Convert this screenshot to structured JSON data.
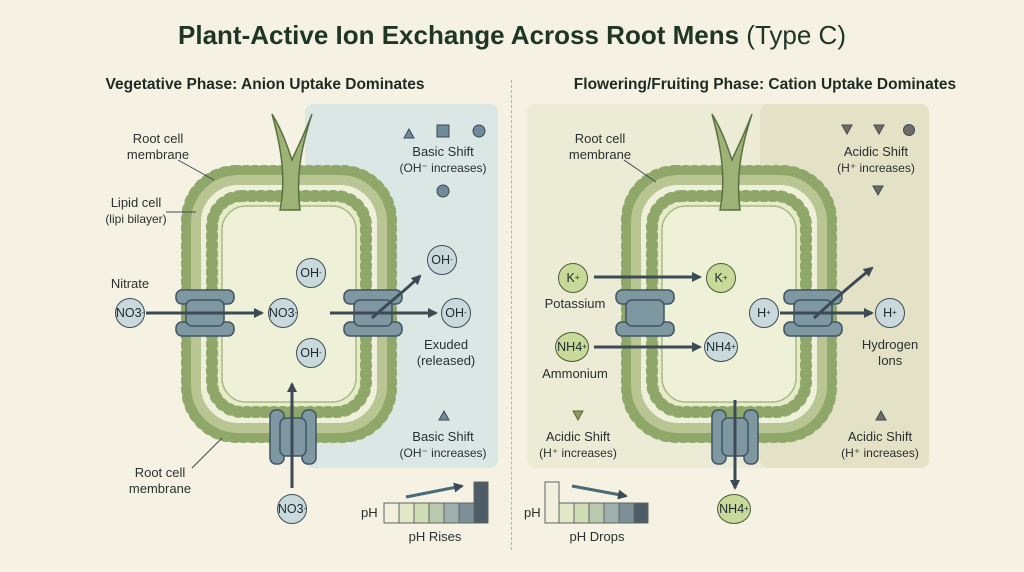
{
  "title": {
    "main": "Plant-Active Ion Exchange Across Root Mens",
    "suffix": "(Type C)"
  },
  "left": {
    "heading": "Vegetative Phase: Anion Uptake Dominates",
    "membrane_top_1": "Root cell",
    "membrane_top_2": "membrane",
    "lipid_1": "Lipid cell",
    "lipid_2": "(lipi bilayer)",
    "nitrate": "Nitrate",
    "no3": "NO3",
    "oh": "OH",
    "exuded_1": "Exuded",
    "exuded_2": "(released)",
    "shift_1": "Basic Shift",
    "shift_2": "(OH⁻ increases)",
    "membrane_bot_1": "Root cell",
    "membrane_bot_2": "membrane",
    "ph": "pH",
    "ph_caption": "pH Rises"
  },
  "right": {
    "heading": "Flowering/Fruiting Phase: Cation Uptake Dominates",
    "membrane_1": "Root cell",
    "membrane_2": "membrane",
    "k": "K",
    "potassium": "Potassium",
    "nh4": "NH4",
    "ammonium": "Ammonium",
    "h": "H",
    "hydrogen_1": "Hydrogen",
    "hydrogen_2": "Ions",
    "shift_1": "Acidic Shift",
    "shift_2": "(H⁺ increases)",
    "ph": "pH",
    "ph_caption": "pH Drops"
  },
  "colors": {
    "background": "#f5f2e3",
    "basic_zone": "#dbe7e4",
    "acidic_zone": "#e8e6cf",
    "membrane_bead": "#8fa86a",
    "cell_fill": "#e9eed0",
    "channel": "#7f97a1",
    "arrow": "#3c4a55"
  }
}
